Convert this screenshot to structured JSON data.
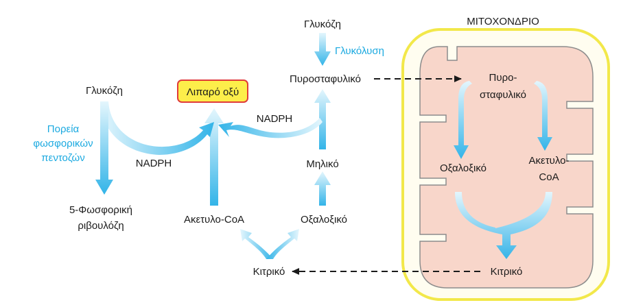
{
  "colors": {
    "arrow_dark": "#33b4e8",
    "arrow_light": "#dff4fd",
    "mito_fill": "#f8d6ca",
    "mito_border": "#f2e84a",
    "text_accent": "#1aa9e0",
    "fatty_acid_fill": "#fdee4a",
    "fatty_acid_border": "#e03a3a"
  },
  "mitochondrion": {
    "title": "ΜΙΤΟΧΟΝΔΡΙΟ",
    "pyruvate_line1": "Πυρο-",
    "pyruvate_line2": "σταφυλικό",
    "oxaloacetate": "Οξαλοξικό",
    "acetyl_coa_line1": "Ακετυλο-",
    "acetyl_coa_line2": "CoA",
    "citrate": "Κιτρικό"
  },
  "cytosol": {
    "glucose_top": "Γλυκόζη",
    "glycolysis": "Γλυκόλυση",
    "pyruvate": "Πυροσταφυλικό",
    "nadph_right": "NADPH",
    "malate": "Μηλικό",
    "oxaloacetate": "Οξαλοξικό",
    "acetyl_coa": "Ακετυλο-CoA",
    "citrate": "Κιτρικό",
    "fatty_acid": "Λιπαρό οξύ",
    "glucose_left": "Γλυκόζη",
    "ppp_line1": "Πορεία",
    "ppp_line2": "φωσφορικών",
    "ppp_line3": "πεντοζών",
    "nadph_left": "NADPH",
    "ribulose_line1": "5-Φωσφορική",
    "ribulose_line2": "ριβουλόζη"
  }
}
